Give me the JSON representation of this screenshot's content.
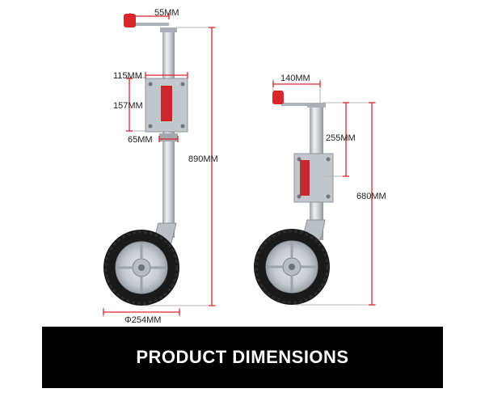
{
  "colors": {
    "dimension_line": "#d9262b",
    "guide_line": "#b5b5b5",
    "handle_knob": "#d9262b",
    "reflector": "#c8282d",
    "tire": "#1a1a1a",
    "steel": "#c9ced3",
    "banner": "#000000",
    "banner_text": "#ffffff"
  },
  "large_jack": {
    "handle_offset": "55MM",
    "plate_width": "115MM",
    "plate_height": "157MM",
    "tube_diameter": "65MM",
    "total_height": "890MM",
    "wheel_diameter": "Φ254MM"
  },
  "small_jack": {
    "handle_offset": "140MM",
    "travel": "255MM",
    "total_height": "680MM"
  },
  "banner": {
    "title": "PRODUCT DIMENSIONS"
  }
}
